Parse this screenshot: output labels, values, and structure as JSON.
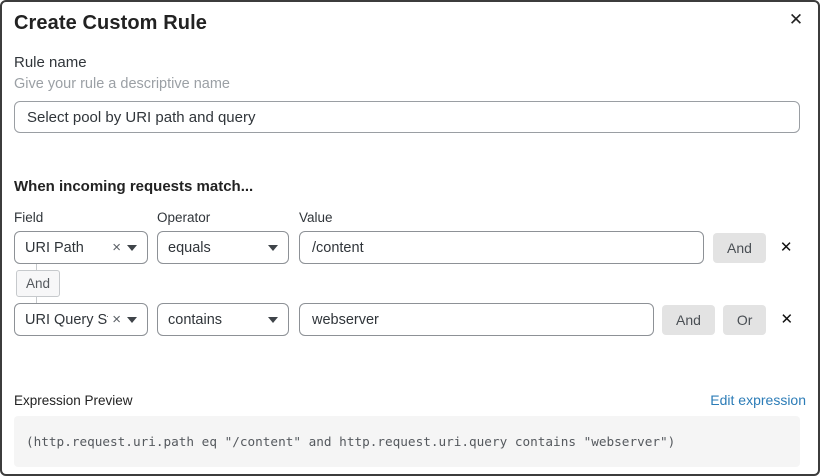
{
  "dialog": {
    "title": "Create Custom Rule"
  },
  "icons": {
    "close": "✕",
    "remove": "✕",
    "clear": "×"
  },
  "rule_name": {
    "label": "Rule name",
    "hint": "Give your rule a descriptive name",
    "value": "Select pool by URI path and query"
  },
  "match": {
    "heading": "When incoming requests match...",
    "columns": {
      "field": "Field",
      "operator": "Operator",
      "value": "Value"
    },
    "rows": [
      {
        "field": "URI Path",
        "operator": "equals",
        "value": "/content",
        "and_label": "And"
      },
      {
        "field": "URI Query St...",
        "operator": "contains",
        "value": "webserver",
        "and_label": "And",
        "or_label": "Or"
      }
    ],
    "connector_label": "And"
  },
  "expression": {
    "label": "Expression Preview",
    "edit_link": "Edit expression",
    "code": "(http.request.uri.path eq \"/content\" and http.request.uri.query contains \"webserver\")"
  },
  "colors": {
    "link_blue": "#2c7cb7",
    "button_gray": "#e3e3e3",
    "code_bg": "#f5f5f5",
    "border_gray": "#8d9196"
  }
}
